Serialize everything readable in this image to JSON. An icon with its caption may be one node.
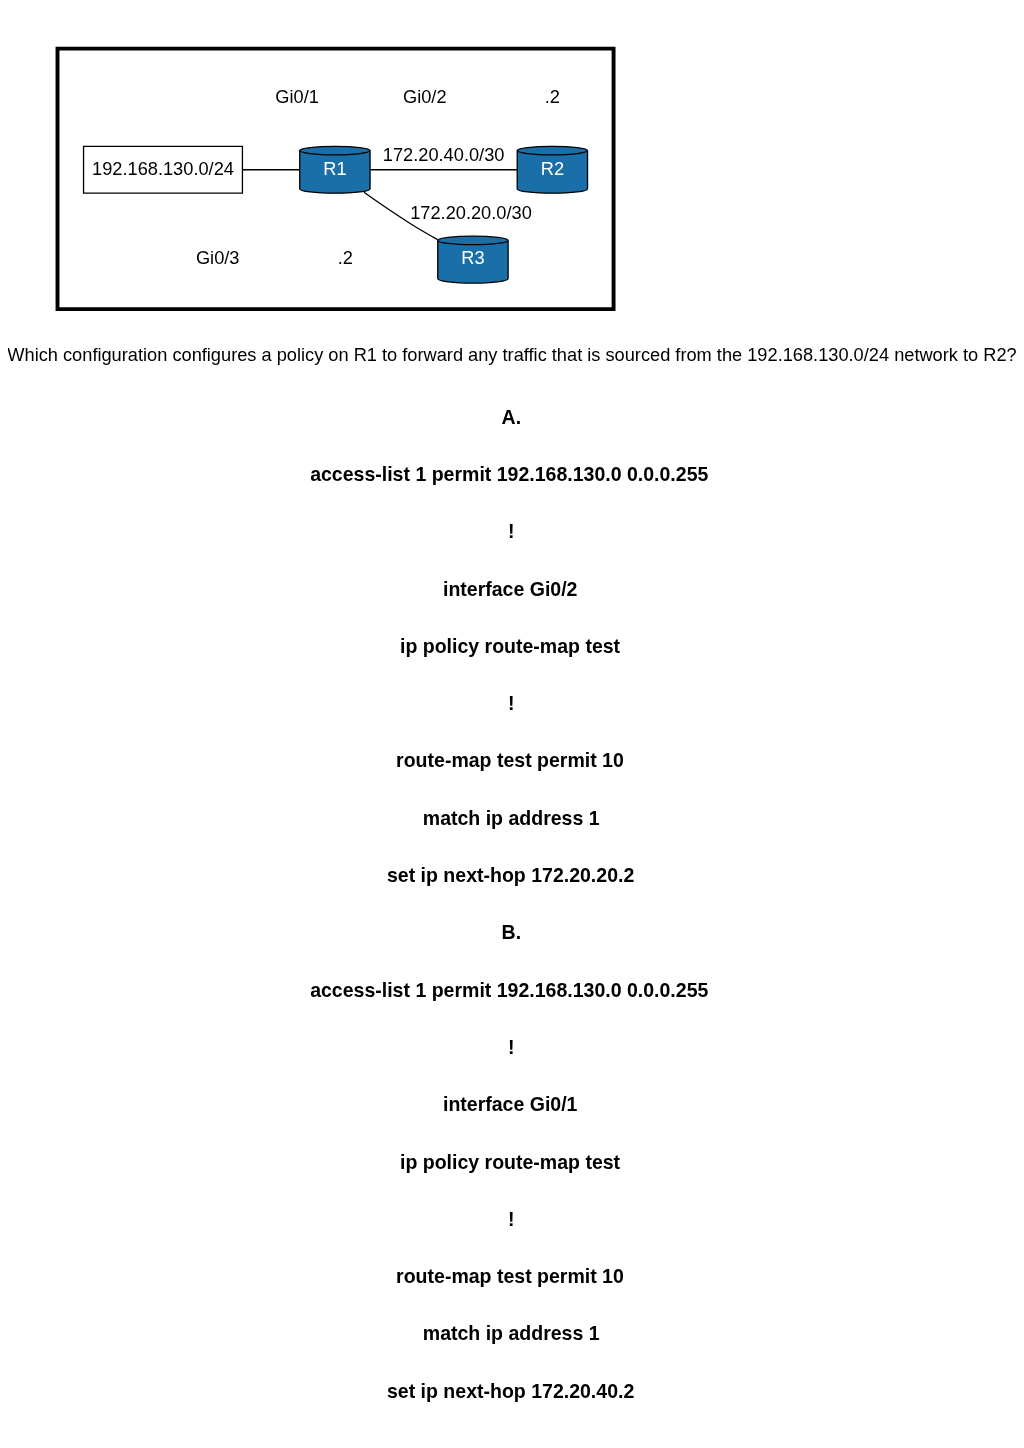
{
  "diagram": {
    "nodes": [
      {
        "text": [],
        "shape": "box"
      },
      {
        "text": [
          "192.168.130.0/24"
        ],
        "in": 0
      },
      {
        "text": [
          "R1"
        ],
        "in": 0
      },
      {
        "text": [
          "R2"
        ],
        "in": 0
      },
      {
        "text": [
          "R3"
        ],
        "in": 0
      }
    ],
    "edges": [
      {
        "from": 1,
        "to": 2,
        "arrow": "none"
      },
      {
        "from": 2,
        "to": 3,
        "arrow": "none",
        "label": "172.20.40.0/30"
      },
      {
        "from": 2,
        "to": 4,
        "arrow": "none",
        "label": "172.20.20.0/30"
      }
    ],
    "labels": [
      "Gi0/1",
      "Gi0/2",
      ".2",
      "Gi0/3",
      ".2",
      "Which configuration configures a policy on R1 to forward any traffic that is sourced from the 192.168.130.0/24 network to R2?",
      "A.",
      "access-list 1 permit 192.168.130.0 0.0.0.255",
      "!",
      "interface Gi0/2",
      "ip policy route-map test",
      "!",
      "route-map test permit 10",
      "match ip address 1",
      "set ip next-hop 172.20.20.2",
      "B.",
      "access-list 1 permit 192.168.130.0 0.0.0.255",
      "!",
      "interface Gi0/1",
      "ip policy route-map test",
      "!",
      "route-map test permit 10",
      "match ip address 1",
      "set ip next-hop 172.20.40.2"
    ]
  }
}
